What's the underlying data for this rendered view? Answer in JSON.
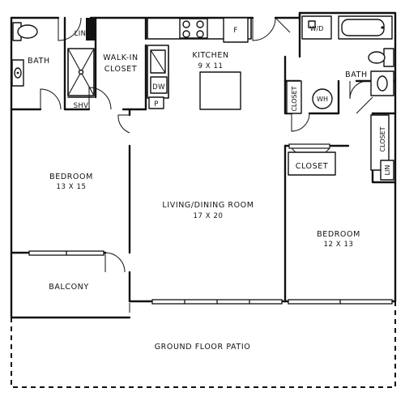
{
  "rooms": {
    "bath_left": "BATH",
    "linen_left": "LIN",
    "shower": "SHV",
    "walkin_closet_line1": "WALK-IN",
    "walkin_closet_line2": "CLOSET",
    "kitchen_name": "KITCHEN",
    "kitchen_dim": "9 X 11",
    "fridge": "F",
    "dishwasher": "DW",
    "pantry": "P",
    "washer_dryer": "W/D",
    "water_heater": "WH",
    "bath_right": "BATH",
    "closet_wh": "CLOSET",
    "closet_right": "CLOSET",
    "linen_right": "LIN",
    "closet_center": "CLOSET",
    "bedroom_left_name": "BEDROOM",
    "bedroom_left_dim": "13 X 15",
    "living_name": "LIVING/DINING ROOM",
    "living_dim": "17 X 20",
    "bedroom_right_name": "BEDROOM",
    "bedroom_right_dim": "12 X 13",
    "balcony": "BALCONY",
    "patio": "GROUND FLOOR PATIO"
  }
}
